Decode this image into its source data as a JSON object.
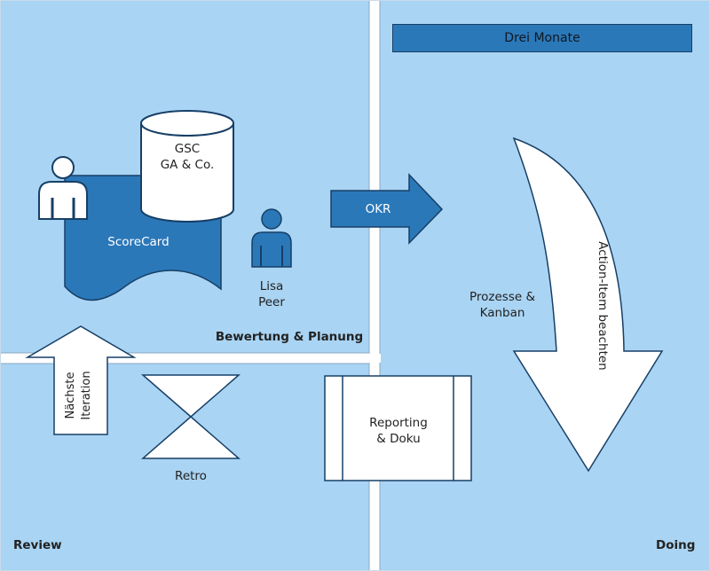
{
  "diagram": {
    "top_banner": "Drei Monate",
    "database": {
      "line1": "GSC",
      "line2": "GA & Co."
    },
    "scorecard": "ScoreCard",
    "person": {
      "line1": "Lisa",
      "line2": "Peer"
    },
    "okr_arrow": "OKR",
    "section_bewertung": "Bewertung & Planung",
    "next_iteration": {
      "line1": "Nächste",
      "line2": "Iteration"
    },
    "retro": "Retro",
    "reporting": {
      "line1": "Reporting",
      "line2": "& Doku"
    },
    "prozesse": {
      "line1": "Prozesse &",
      "line2": "Kanban"
    },
    "action_item": "Action-Item beachten",
    "quadrant_review": "Review",
    "quadrant_doing": "Doing"
  },
  "colors": {
    "background": "#a9d4f3",
    "accent_blue": "#2b78b9",
    "separator": "#ffffff",
    "shape_fill": "#ffffff",
    "outline": "#173f66"
  }
}
